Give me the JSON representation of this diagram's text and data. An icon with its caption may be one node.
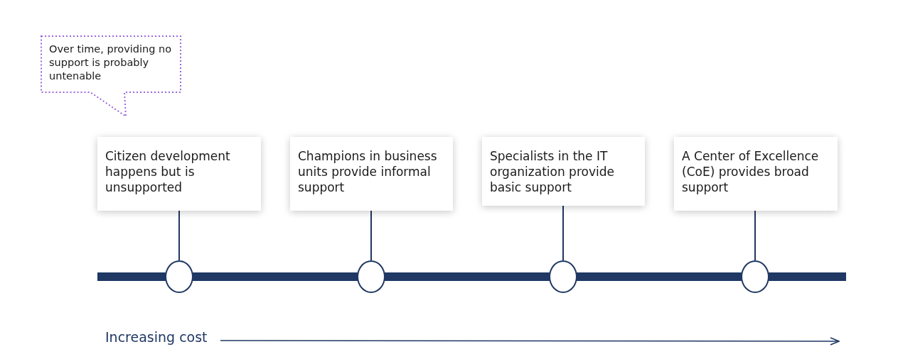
{
  "diagram": {
    "nodes": [
      {
        "text": [
          "Over time, providing no support is probably untenable"
        ]
      },
      {
        "text": [
          "Citizen development happens but is unsupported"
        ]
      },
      {
        "text": [
          "Champions in business units provide informal support"
        ]
      },
      {
        "text": [
          "Specialists in the IT organization provide basic support"
        ]
      },
      {
        "text": [
          "A Center of Excellence (CoE) provides broad support"
        ]
      },
      {
        "text": [],
        "shape": "circle"
      },
      {
        "text": [],
        "shape": "circle"
      },
      {
        "text": [],
        "shape": "circle"
      },
      {
        "text": [],
        "shape": "circle"
      }
    ],
    "edges": [
      {
        "from": 1,
        "to": 5,
        "arrow": "none"
      },
      {
        "from": 2,
        "to": 6,
        "arrow": "none"
      },
      {
        "from": 3,
        "to": 7,
        "arrow": "none"
      },
      {
        "from": 4,
        "to": 8,
        "arrow": "none"
      }
    ],
    "labels": [
      "Increasing cost"
    ]
  }
}
